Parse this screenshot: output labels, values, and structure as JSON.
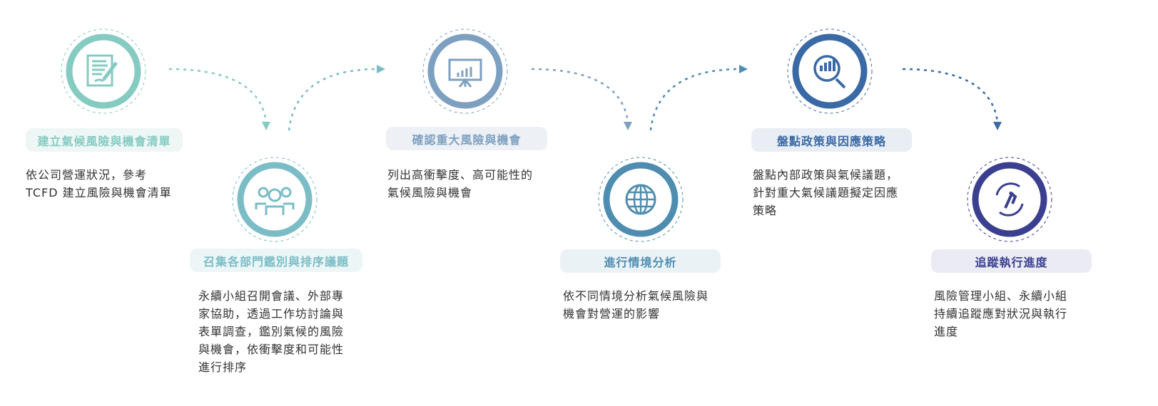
{
  "steps": [
    {
      "title": "建立氣候風險與機會清單",
      "desc": [
        "依公司營運狀況，參考",
        "TCFD 建立風險與機會清單"
      ],
      "color": "#85cbc2",
      "bg": "#eef7f5",
      "icon": "document-sign-icon"
    },
    {
      "title": "召集各部門鑑別與排序議題",
      "desc": [
        "永續小組召開會議、外部專",
        "家協助，透過工作坊討論與",
        "表單調查，鑑別氣候的風險",
        "與機會，依衝擊度和可能性",
        "進行排序"
      ],
      "color": "#7bbdc6",
      "bg": "#edf6f7",
      "icon": "team-icon"
    },
    {
      "title": "確認重大風險與機會",
      "desc": [
        "列出高衝擊度、高可能性的",
        "氣候風險與機會"
      ],
      "color": "#7ea0c0",
      "bg": "#edf1f6",
      "icon": "presentation-chart-icon"
    },
    {
      "title": "進行情境分析",
      "desc": [
        "依不同情境分析氣候風險與",
        "機會對營運的影響"
      ],
      "color": "#4f8db0",
      "bg": "#ebf2f6",
      "icon": "globe-gear-icon"
    },
    {
      "title": "盤點政策與因應策略",
      "desc": [
        "盤點內部政策與氣候議題，",
        "針對重大氣候議題擬定因應",
        "策略"
      ],
      "color": "#3a6aa5",
      "bg": "#e9eef5",
      "icon": "magnifier-chart-icon"
    },
    {
      "title": "追蹤執行進度",
      "desc": [
        "風險管理小組、永續小組",
        "持續追蹤應對狀況與執行",
        "進度"
      ],
      "color": "#3a3f8f",
      "bg": "#ebebf3",
      "icon": "cycle-progress-icon"
    }
  ]
}
